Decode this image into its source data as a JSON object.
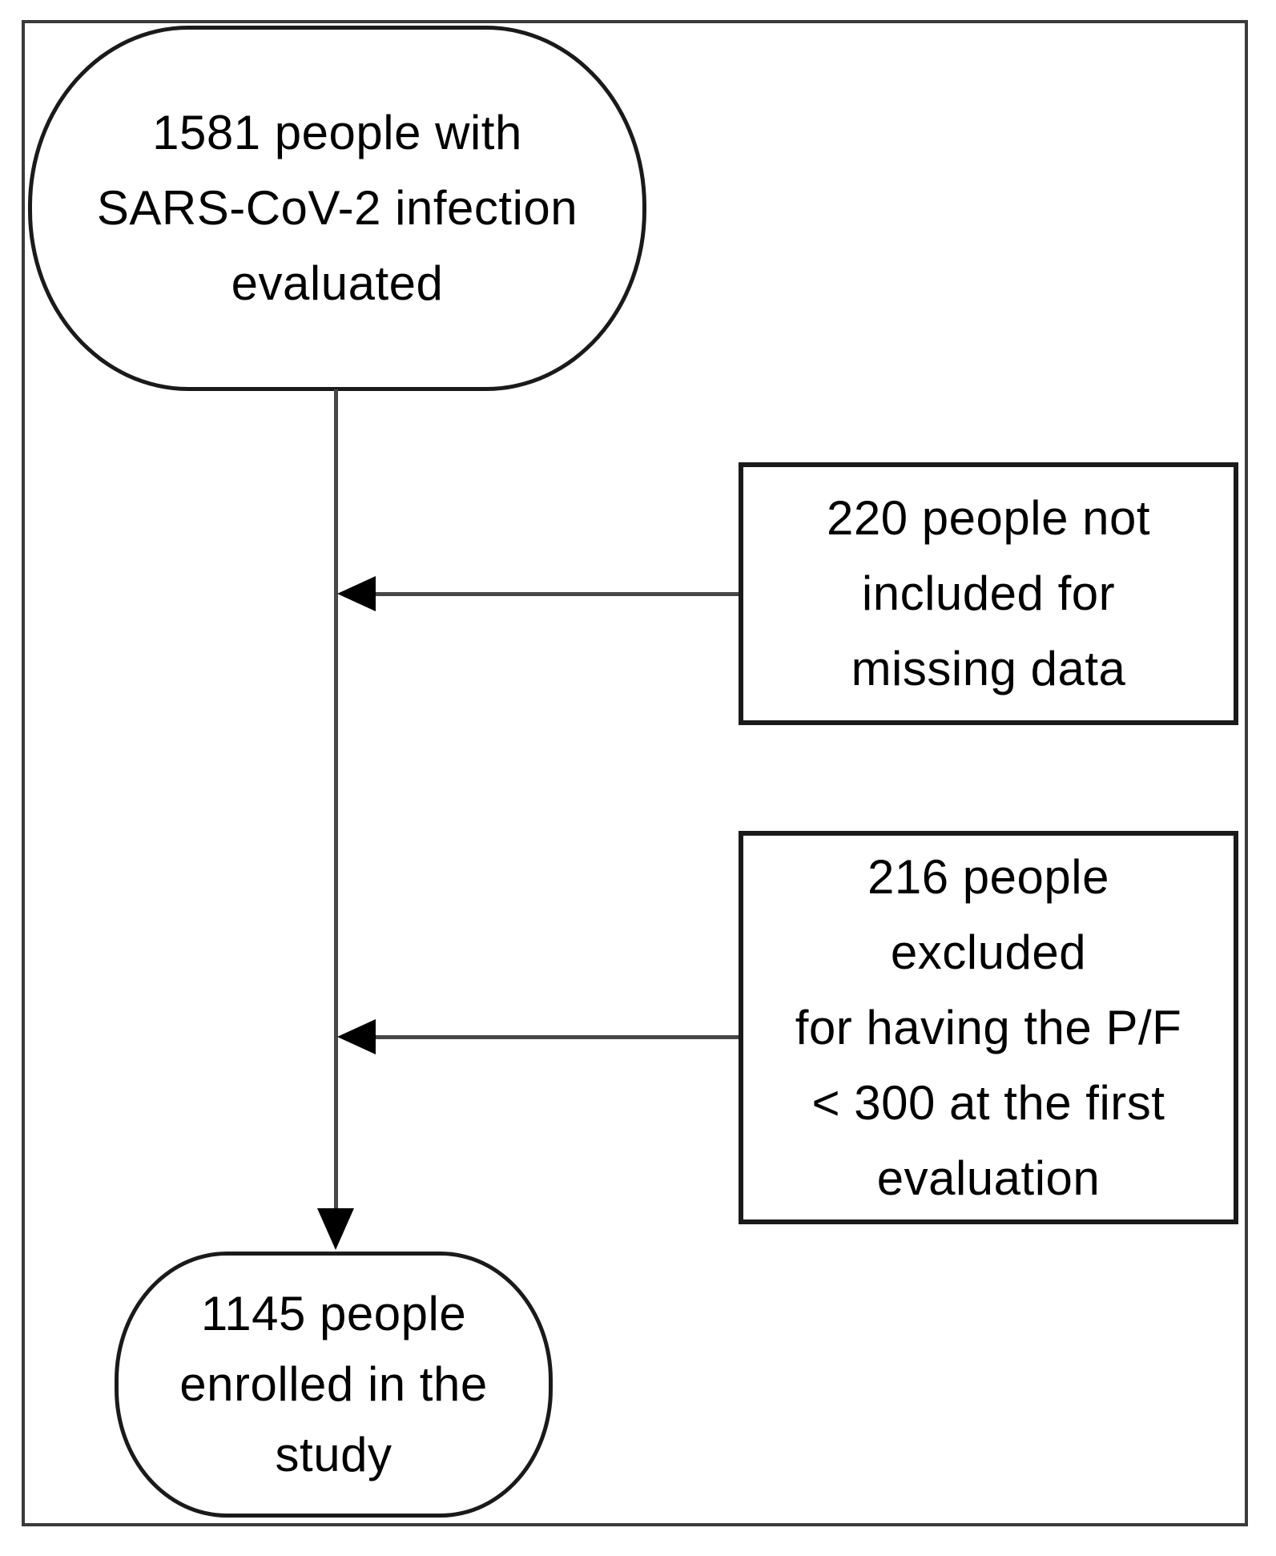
{
  "figure": {
    "type": "flowchart",
    "background": "#ffffff",
    "colors": {
      "box_border": "#1a1a1a",
      "frame_border": "#3a3a3a",
      "connector": "#474747",
      "arrowhead": "#000000",
      "text": "#000000"
    },
    "nodes": {
      "evaluated": {
        "shape": "stadium",
        "lines": [
          "1581 people with",
          "SARS-CoV-2 infection",
          "evaluated"
        ]
      },
      "not_included": {
        "shape": "rectangle",
        "lines": [
          "220 people not",
          "included for",
          "missing data"
        ]
      },
      "excluded": {
        "shape": "rectangle",
        "lines": [
          "216 people",
          "excluded",
          "for having the P/F",
          "< 300 at the first",
          "evaluation"
        ]
      },
      "enrolled": {
        "shape": "stadium",
        "lines": [
          "1145 people",
          "enrolled in the",
          "study"
        ]
      }
    },
    "counts": {
      "evaluated": 1581,
      "not_included": 220,
      "excluded": 216,
      "enrolled": 1145
    }
  }
}
